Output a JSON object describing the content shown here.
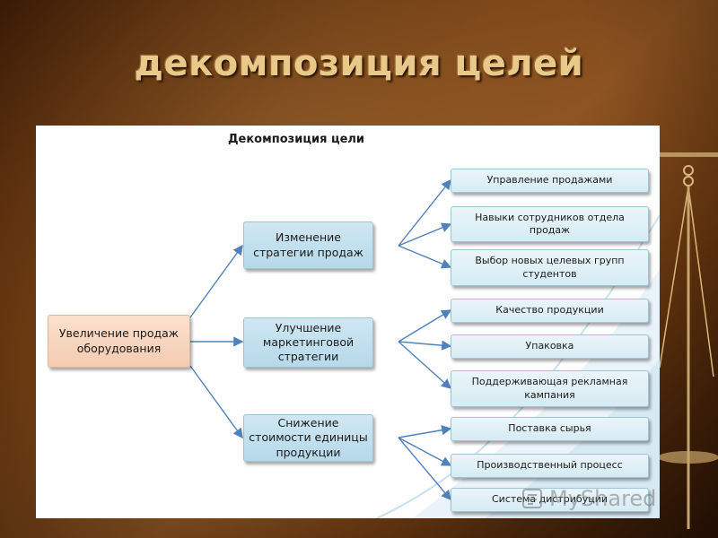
{
  "slide": {
    "title": "декомпозиция целей"
  },
  "diagram": {
    "title": "Декомпозиция цели",
    "root": "Увеличение продаж оборудования",
    "branches": [
      {
        "label": "Изменение стратегии продаж",
        "leaves": [
          "Управление продажами",
          "Навыки сотрудников отдела продаж",
          "Выбор новых целевых групп студентов"
        ]
      },
      {
        "label": "Улучшение маркетинговой стратегии",
        "leaves": [
          "Качество продукции",
          "Упаковка",
          "Поддерживающая рекламная кампания"
        ]
      },
      {
        "label": "Снижение стоимости единицы продукции",
        "leaves": [
          "Поставка сырья",
          "Производственный процесс",
          "Система дистрибуции"
        ]
      }
    ]
  },
  "watermark": {
    "text": "MyShared",
    "icon": "myshared-logo-icon"
  },
  "colors": {
    "root_fill": "#f8d6c0",
    "branch_fill": "#c3e0ee",
    "leaf_fill": "#e3f1f7",
    "arrow": "#4f81bd",
    "title_text": "#e9c98a"
  }
}
